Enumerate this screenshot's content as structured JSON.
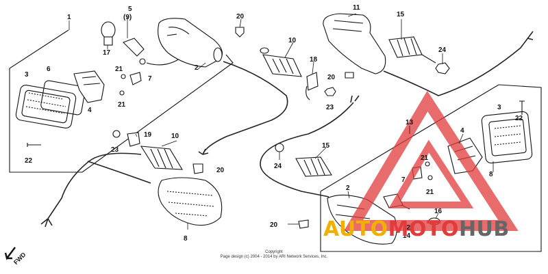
{
  "callouts": [
    {
      "id": "c1",
      "text": "1"
    },
    {
      "id": "c5",
      "text": "5"
    },
    {
      "id": "c9",
      "text": "(9)"
    },
    {
      "id": "c17",
      "text": "17"
    },
    {
      "id": "c2a",
      "text": "2"
    },
    {
      "id": "c20a",
      "text": "20"
    },
    {
      "id": "c3a",
      "text": "3"
    },
    {
      "id": "c6",
      "text": "6"
    },
    {
      "id": "c4a",
      "text": "4"
    },
    {
      "id": "c21a",
      "text": "21"
    },
    {
      "id": "c7a",
      "text": "7"
    },
    {
      "id": "c21b",
      "text": "21"
    },
    {
      "id": "c22a",
      "text": "22"
    },
    {
      "id": "c10a",
      "text": "10"
    },
    {
      "id": "c18",
      "text": "18"
    },
    {
      "id": "c20b",
      "text": "20"
    },
    {
      "id": "c23a",
      "text": "23"
    },
    {
      "id": "c11",
      "text": "11"
    },
    {
      "id": "c15a",
      "text": "15"
    },
    {
      "id": "c24a",
      "text": "24"
    },
    {
      "id": "c19",
      "text": "19"
    },
    {
      "id": "c23b",
      "text": "23"
    },
    {
      "id": "c10b",
      "text": "10"
    },
    {
      "id": "c20c",
      "text": "20"
    },
    {
      "id": "c8a",
      "text": "8"
    },
    {
      "id": "c15b",
      "text": "15"
    },
    {
      "id": "c24b",
      "text": "24"
    },
    {
      "id": "c13",
      "text": "13"
    },
    {
      "id": "c3b",
      "text": "3"
    },
    {
      "id": "c22b",
      "text": "22"
    },
    {
      "id": "c4b",
      "text": "4"
    },
    {
      "id": "c21c",
      "text": "21"
    },
    {
      "id": "c7b",
      "text": "7"
    },
    {
      "id": "c21d",
      "text": "21"
    },
    {
      "id": "c8b",
      "text": "8"
    },
    {
      "id": "c2b",
      "text": "2"
    },
    {
      "id": "c12",
      "text": "12"
    },
    {
      "id": "c14",
      "text": "14"
    },
    {
      "id": "c16",
      "text": "16"
    },
    {
      "id": "c20d",
      "text": "20"
    }
  ],
  "direction_marker": "FWD",
  "copyright": {
    "line1": "Copyright",
    "line2": "Page design (c) 2004 - 2014 by ARI Network Services, Inc."
  },
  "watermark": {
    "part1": "AUTO",
    "part2": "MOTO",
    "part3": "HUB",
    "colors": {
      "auto": "#f0b000",
      "moto": "#e23b3b",
      "hub": "#666666"
    }
  }
}
